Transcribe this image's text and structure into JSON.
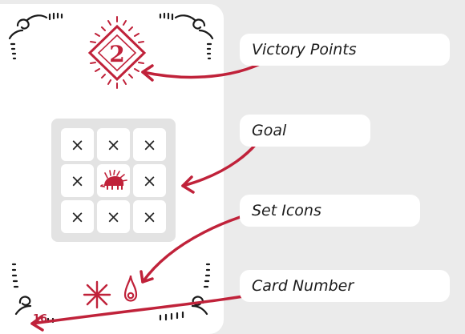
{
  "card": {
    "victory_points": "2",
    "card_number": "16",
    "goal_grid": {
      "cells": [
        "×",
        "×",
        "×",
        "×",
        "hedgehog",
        "×",
        "×",
        "×",
        "×"
      ],
      "center_icon": "hedgehog-icon"
    },
    "set_icons": [
      "snowflake-icon",
      "flame-icon"
    ]
  },
  "callouts": {
    "victory_points": "Victory Points",
    "goal": "Goal",
    "set_icons": "Set Icons",
    "card_number": "Card Number"
  },
  "colors": {
    "accent": "#c0223a",
    "background": "#ebebeb",
    "card": "#ffffff",
    "grid_frame": "#e3e3e3"
  }
}
